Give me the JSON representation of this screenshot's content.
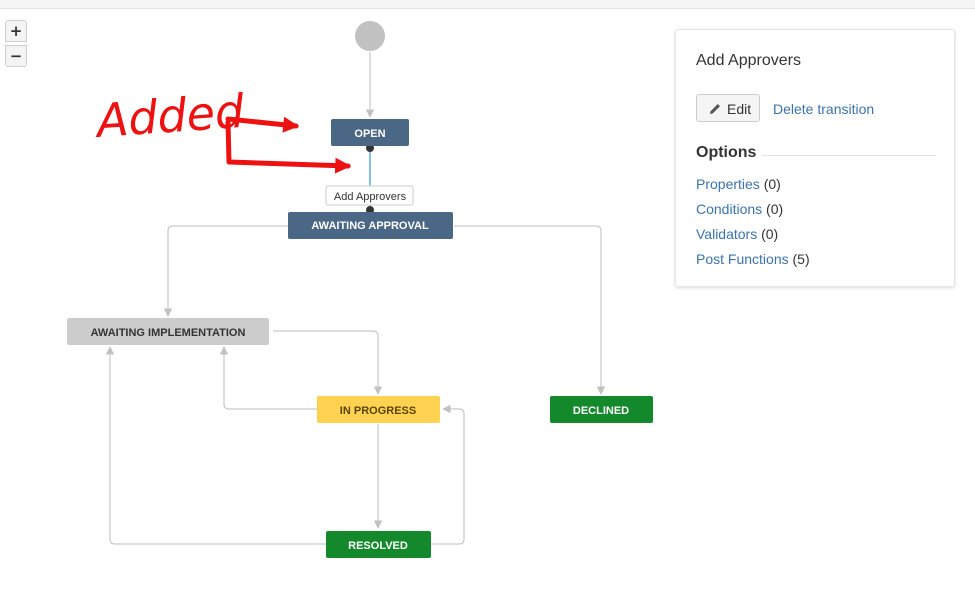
{
  "zoom": {
    "zoom_in_label": "+",
    "zoom_out_label": "−"
  },
  "annotation": {
    "text": "Added",
    "color": "#ee1111"
  },
  "workflow": {
    "statuses": [
      {
        "id": "open",
        "label": "OPEN",
        "color": "#4a6785",
        "text_color": "#ffffff"
      },
      {
        "id": "awaiting-approval",
        "label": "AWAITING APPROVAL",
        "color": "#4a6785",
        "text_color": "#ffffff"
      },
      {
        "id": "awaiting-implementation",
        "label": "AWAITING IMPLEMENTATION",
        "color": "#cccccc",
        "text_color": "#333333"
      },
      {
        "id": "in-progress",
        "label": "IN PROGRESS",
        "color": "#ffd351",
        "text_color": "#594300"
      },
      {
        "id": "declined",
        "label": "DECLINED",
        "color": "#14892c",
        "text_color": "#ffffff"
      },
      {
        "id": "resolved",
        "label": "RESOLVED",
        "color": "#14892c",
        "text_color": "#ffffff"
      }
    ],
    "selected_transition": {
      "label": "Add Approvers",
      "color": "#59afe1"
    }
  },
  "panel": {
    "title": "Add Approvers",
    "edit_label": "Edit",
    "delete_label": "Delete transition",
    "options_heading": "Options",
    "options": [
      {
        "label": "Properties",
        "count": "(0)"
      },
      {
        "label": "Conditions",
        "count": "(0)"
      },
      {
        "label": "Validators",
        "count": "(0)"
      },
      {
        "label": "Post Functions",
        "count": "(5)"
      }
    ]
  }
}
